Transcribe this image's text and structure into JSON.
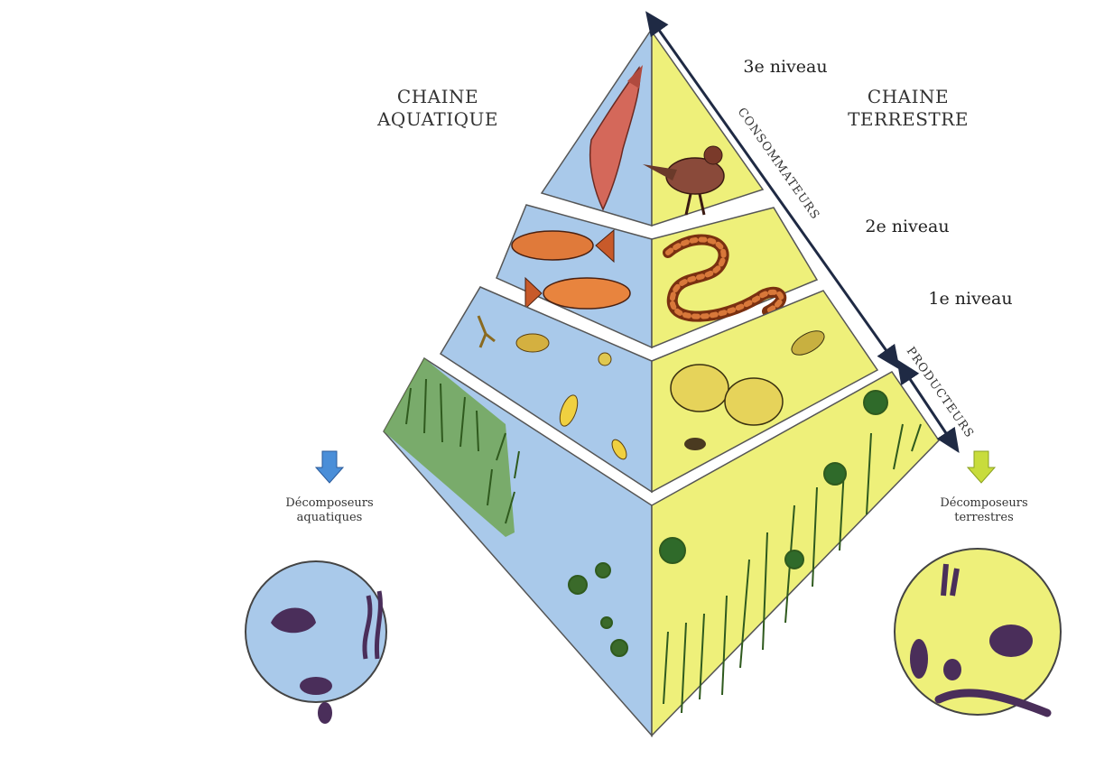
{
  "labels": {
    "aquatic_chain": [
      "CHAINE",
      "AQUATIQUE"
    ],
    "terrestrial_chain": [
      "CHAINE",
      "TERRESTRE"
    ],
    "level_3": "3e niveau",
    "level_2": "2e niveau",
    "level_1": "1e niveau",
    "consumers": "CONSOMMATEURS",
    "producers": "PRODUCTEURS",
    "aquatic_decomposers": [
      "Décomposeurs",
      "aquatiques"
    ],
    "terrestrial_decomposers": [
      "Décomposeurs",
      "terrestres"
    ]
  },
  "colors": {
    "aquatic": "#a9c9ea",
    "terrestrial": "#eef07a",
    "outline": "#5a5a5a",
    "aquatic_arrow": "#4a8ed8",
    "terrestrial_arrow": "#c8dc3c"
  },
  "tiers": [
    {
      "level": "3e niveau",
      "aquatic": "pike",
      "terrestrial": "bird-of-prey"
    },
    {
      "level": "2e niveau",
      "aquatic": "fish",
      "terrestrial": "snake"
    },
    {
      "level": "1e niveau",
      "aquatic": "small-crustaceans",
      "terrestrial": "rodents-insects"
    },
    {
      "level": "producteurs",
      "aquatic": "water-plants",
      "terrestrial": "grass-flowers"
    }
  ]
}
